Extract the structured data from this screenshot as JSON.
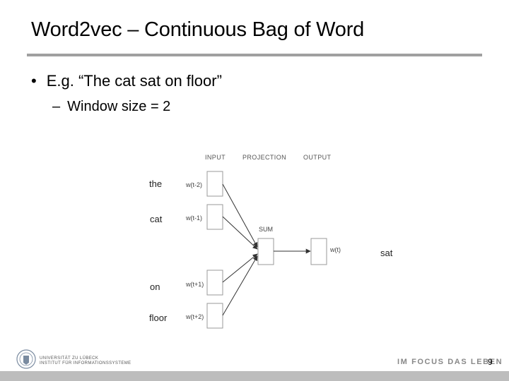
{
  "slide": {
    "title": "Word2vec – Continuous Bag of Word",
    "bullet": "E.g. “The cat sat on floor”",
    "sub_bullet": "Window size = 2",
    "page_number": "9",
    "motto": "IM FOCUS DAS LEBEN",
    "university": "UNIVERSITÄT ZU LÜBECK",
    "institute": "INSTITUT FÜR INFORMATIONSSYSTEME"
  },
  "diagram": {
    "headers": {
      "input": "INPUT",
      "projection": "PROJECTION",
      "output": "OUTPUT"
    },
    "sum_label": "SUM",
    "inputs": [
      {
        "word": "the",
        "vector": "w(t-2)"
      },
      {
        "word": "cat",
        "vector": "w(t-1)"
      },
      {
        "word": "on",
        "vector": "w(t+1)"
      },
      {
        "word": "floor",
        "vector": "w(t+2)"
      }
    ],
    "output": {
      "word": "sat",
      "vector": "w(t)"
    }
  },
  "colors": {
    "rule": "#a0a0a0",
    "box_border": "#9a9a9a",
    "footer": "#bdbdbd"
  }
}
